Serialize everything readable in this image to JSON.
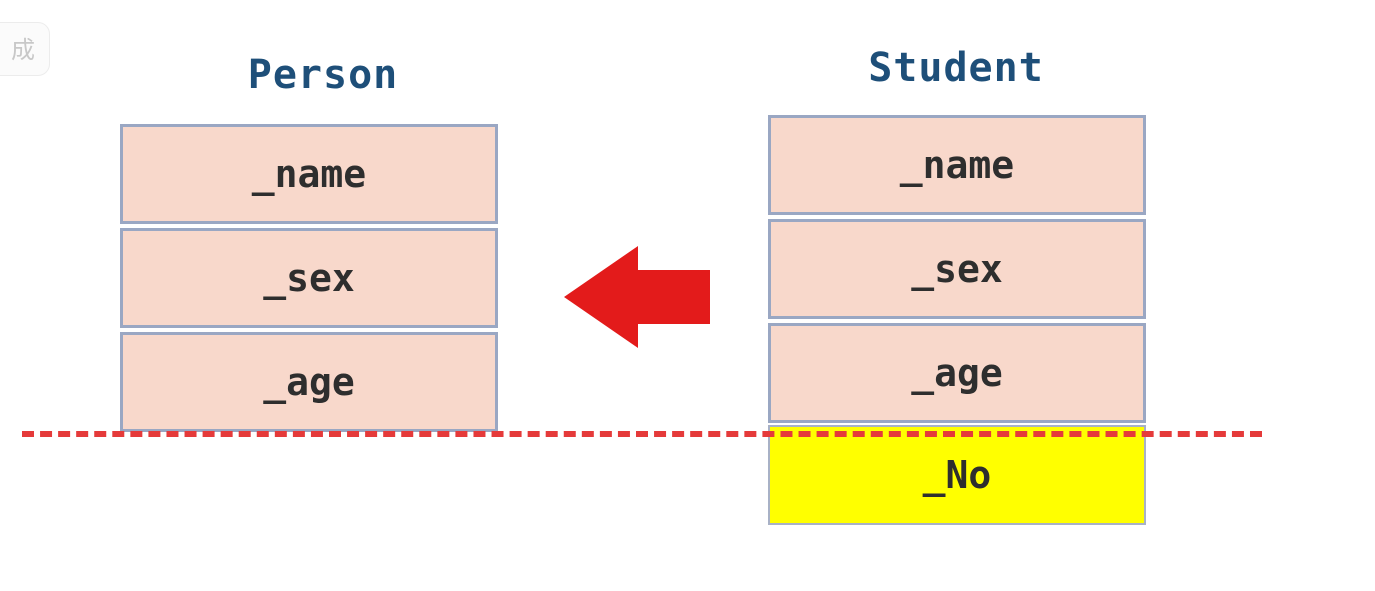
{
  "corner_tab": {
    "text": "成"
  },
  "left_class": {
    "name": "Person",
    "fields": [
      "_name",
      "_sex",
      "_age"
    ]
  },
  "right_class": {
    "name": "Student",
    "fields": [
      "_name",
      "_sex",
      "_age"
    ],
    "extra_field": "_No"
  },
  "colors": {
    "title": "#1e4f79",
    "field_fill": "#f8d8cb",
    "field_border": "#9aa7c3",
    "extra_fill": "#ffff00",
    "arrow": "#e31b1b",
    "dashed_line": "#e53a3a"
  },
  "icons": {
    "arrow": "arrow-left-icon"
  }
}
